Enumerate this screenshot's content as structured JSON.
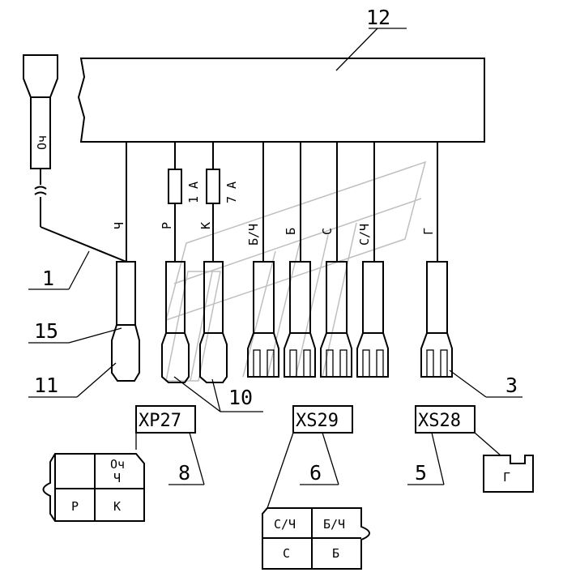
{
  "callouts": {
    "c12": "12",
    "c1": "1",
    "c15": "15",
    "c11": "11",
    "c10": "10",
    "c3": "3",
    "c8": "8",
    "c6": "6",
    "c5": "5"
  },
  "wire_labels": {
    "oc": "Оч",
    "ch": "Ч",
    "r": "Р",
    "k": "К",
    "bch": "Б/Ч",
    "b": "Б",
    "s": "С",
    "sch": "С/Ч",
    "g": "Г"
  },
  "fuses": {
    "f1": "1 А",
    "f2": "7 А"
  },
  "connectors": {
    "xp27": {
      "name": "XP27",
      "cells": {
        "top_right_1": "Оч",
        "top_right_2": "Ч",
        "bottom_left": "Р",
        "bottom_right": "К"
      }
    },
    "xs29": {
      "name": "XS29",
      "cells": {
        "top_left": "С/Ч",
        "top_right": "Б/Ч",
        "bottom_left": "С",
        "bottom_right": "Б"
      }
    },
    "xs28": {
      "name": "XS28",
      "cells": {
        "single": "Г"
      }
    }
  }
}
